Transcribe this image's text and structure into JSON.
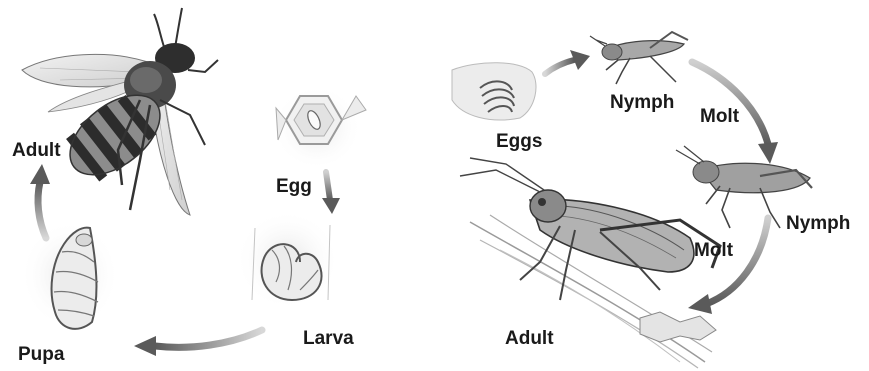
{
  "bee_cycle": {
    "stages": {
      "adult": "Adult",
      "egg": "Egg",
      "larva": "Larva",
      "pupa": "Pupa"
    }
  },
  "grasshopper_cycle": {
    "stages": {
      "eggs": "Eggs",
      "nymph_first": "Nymph",
      "nymph_second": "Nymph",
      "adult": "Adult"
    },
    "transitions": {
      "molt_first": "Molt",
      "molt_second": "Molt"
    }
  },
  "colors": {
    "arrow": "#6a6a6a",
    "ink": "#3a3a3a",
    "label": "#1a1a1a"
  }
}
